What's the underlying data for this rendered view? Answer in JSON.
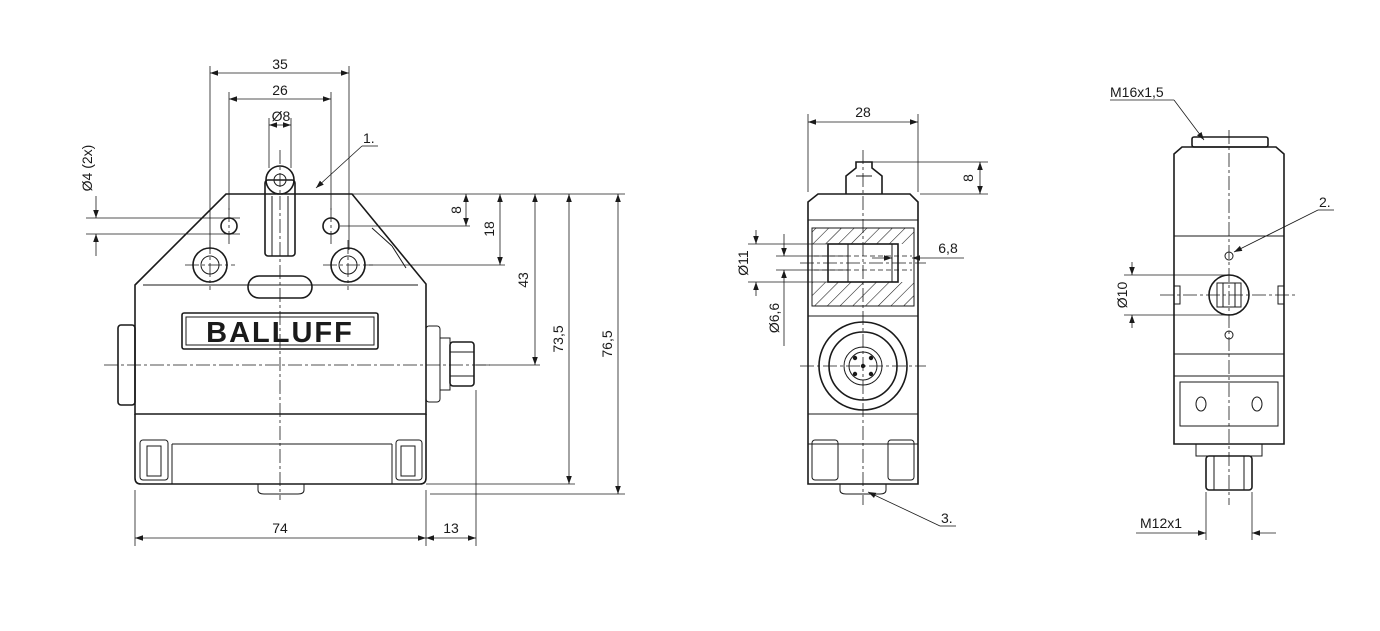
{
  "brand": "BALLUFF",
  "dimensions": {
    "front_width_outer": "35",
    "front_width_inner": "26",
    "roller_diameter": "Ø8",
    "hole_diameter": "Ø4 (2x)",
    "dim_8_front": "8",
    "dim_18": "18",
    "dim_43": "43",
    "dim_73_5": "73,5",
    "dim_76_5": "76,5",
    "dim_74": "74",
    "dim_13": "13",
    "side_width": "28",
    "side_dim_8": "8",
    "side_dim_6_8": "6,8",
    "side_dia_11": "Ø11",
    "side_dia_6_6": "Ø6,6",
    "back_thread_top": "M16x1,5",
    "back_dia_10": "Ø10",
    "back_thread_bottom": "M12x1"
  },
  "callouts": {
    "c1": "1.",
    "c2": "2.",
    "c3": "3."
  }
}
